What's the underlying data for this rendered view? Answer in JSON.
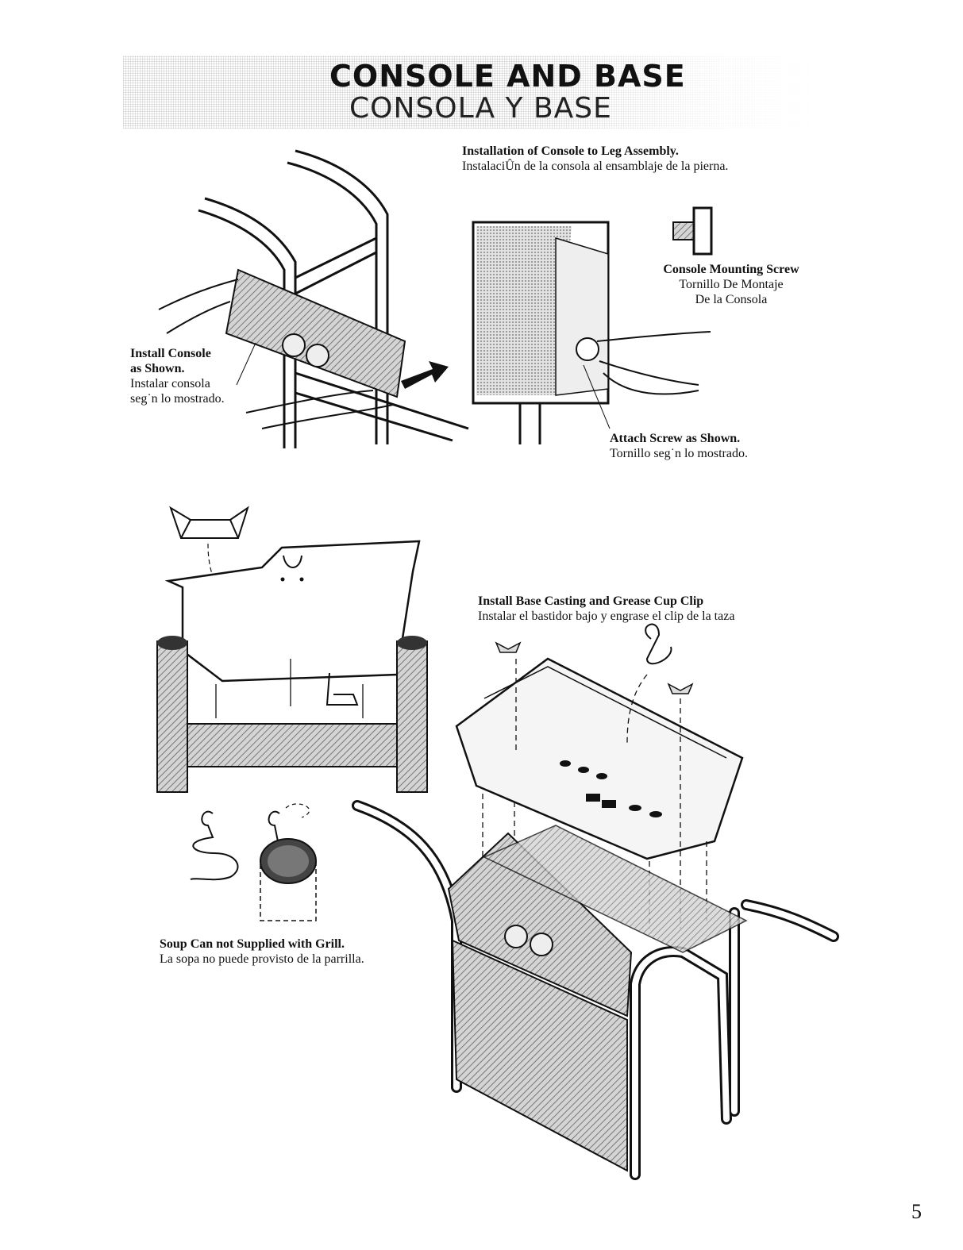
{
  "header": {
    "title_en": "CONSOLE AND BASE",
    "title_es": "CONSOLA Y BASE"
  },
  "step1": {
    "heading_en": "Installation of Console to Leg Assembly.",
    "heading_es": "InstalaciÛn de la consola al ensamblaje de la pierna.",
    "install_en_1": "Install Console",
    "install_en_2": "as Shown.",
    "install_es_1": "Instalar consola",
    "install_es_2": "seg˙n lo mostrado.",
    "screw_en": "Console Mounting Screw",
    "screw_es_1": "Tornillo De Montaje",
    "screw_es_2": "De la Consola",
    "attach_en": "Attach Screw as Shown.",
    "attach_es": "Tornillo seg˙n lo mostrado."
  },
  "step2": {
    "heading_en": "Install Base Casting and Grease Cup Clip",
    "heading_es": "Instalar el bastidor bajo y engrase el clip de la taza",
    "soup_en": "Soup Can not Supplied with Grill.",
    "soup_es": "La sopa no puede provisto de la parrilla."
  },
  "footer": {
    "page_number": "5"
  }
}
